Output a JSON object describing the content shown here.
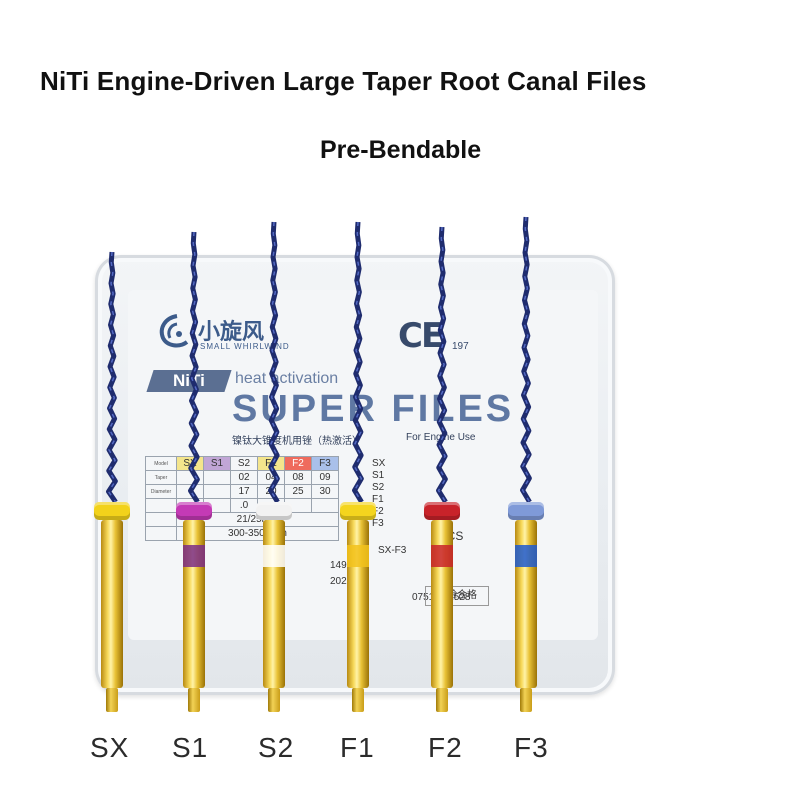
{
  "headline": {
    "title": "NiTi Engine-Driven Large Taper Root Canal Files",
    "subtitle": "Pre-Bendable"
  },
  "package": {
    "brand_cn": "小旋风",
    "brand_en": "SMALL WHIRLWIND",
    "ce_mark": "CE",
    "ce_number": "197",
    "niti_badge": "NiTi",
    "heat_text": "heat activation",
    "super_text": "SUPER FILES",
    "cn_subtitle": "镍钛大锥度机用锉（热激活）",
    "engine_text": "For Engine Use",
    "table": {
      "header": [
        "Model",
        "SX",
        "S1",
        "S2",
        "F1",
        "F2",
        "F3"
      ],
      "rows": [
        [
          "Taper",
          "",
          "",
          "02",
          "04",
          "08",
          "09"
        ],
        [
          "Diameter",
          "",
          "",
          "17",
          "20",
          "25",
          "30"
        ],
        [
          "",
          "",
          "",
          ".0",
          "",
          "",
          ""
        ]
      ],
      "length": "21/25mm",
      "speed": "300-350r/min"
    },
    "size_list": [
      "SX",
      "S1",
      "S2",
      "F1",
      "F2",
      "F3"
    ],
    "pcs": "6PCS",
    "range_text": "SX-F3",
    "phone_fragment": "0751 381528",
    "reg_fragment": "149",
    "date_fragment": "202206",
    "pass_label": "检验合格"
  },
  "files": [
    {
      "label": "SX",
      "cap_color": "#f2d21b",
      "band_color": "",
      "blade_length": 250
    },
    {
      "label": "S1",
      "cap_color": "#c43ab5",
      "band_color": "#7b2e86",
      "blade_length": 270
    },
    {
      "label": "S2",
      "cap_color": "#f2f2f2",
      "band_color": "#ffffff",
      "blade_length": 280
    },
    {
      "label": "F1",
      "cap_color": "#f4d51e",
      "band_color": "#f2c21c",
      "blade_length": 280
    },
    {
      "label": "F2",
      "cap_color": "#c8232a",
      "band_color": "#c8232a",
      "blade_length": 275
    },
    {
      "label": "F3",
      "cap_color": "#7f9ad8",
      "band_color": "#1f5bd0",
      "blade_length": 285
    }
  ],
  "colors": {
    "blade": "#1f2c6e",
    "blade_highlight": "#5369c4",
    "gold": "#e9c236"
  }
}
